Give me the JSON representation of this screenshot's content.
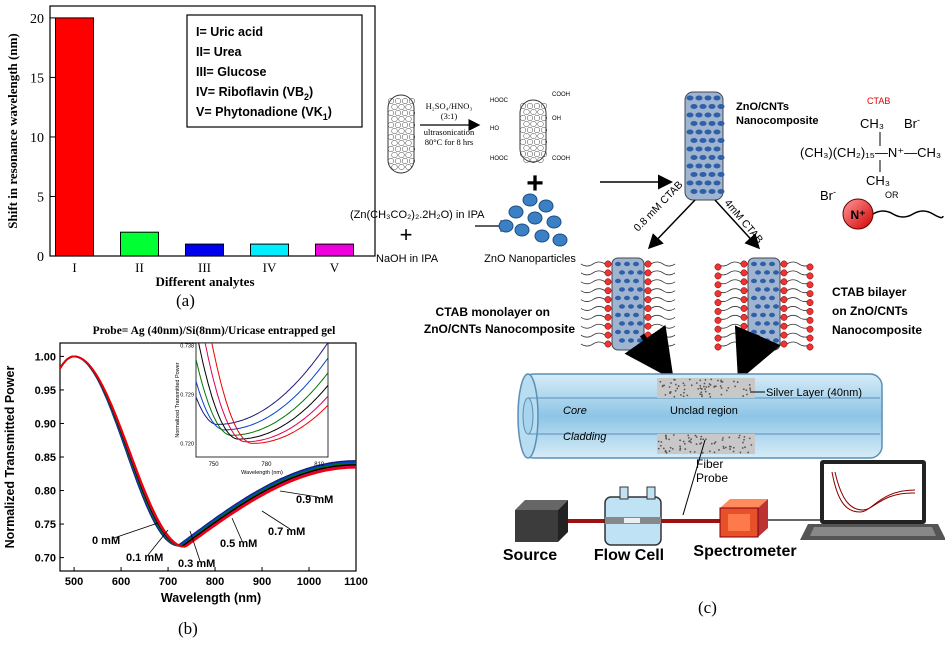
{
  "panel_labels": {
    "a": "(a)",
    "b": "(b)",
    "c": "(c)"
  },
  "panel_a": {
    "legend": [
      {
        "prefix": "I= Uric acid",
        "sub": ""
      },
      {
        "prefix": "II= Urea",
        "sub": ""
      },
      {
        "prefix": "III= Glucose",
        "sub": ""
      },
      {
        "prefix": "IV= Riboflavin (VB",
        "sub": "2",
        "suffix": ")"
      },
      {
        "prefix": "V= Phytonadione (VK",
        "sub": "1",
        "suffix": ")"
      }
    ]
  },
  "panel_b": {
    "title": "Probe= Ag (40nm)/Si(8nm)/Uricase entrapped gel",
    "inset": {
      "xlabel": "Wavelength (nm)",
      "ylabel": "Normalized Transmitted Power"
    },
    "curve_labels": [
      "0 mM",
      "0.1 mM",
      "0.3 mM",
      "0.5 mM",
      "0.7 mM",
      "0.9 mM"
    ]
  },
  "chart_data": [
    {
      "type": "bar",
      "categories": [
        "I",
        "II",
        "III",
        "IV",
        "V"
      ],
      "values": [
        20,
        2,
        1,
        1,
        1
      ],
      "colors": [
        "#ff0000",
        "#00ff33",
        "#0000ee",
        "#00eeff",
        "#ee00dd"
      ],
      "title": "",
      "xlabel": "Different analytes",
      "ylabel": "Shift in resonance wavelength (nm)",
      "ylim": [
        0,
        21
      ],
      "yticks": [
        0,
        5,
        10,
        15,
        20
      ],
      "grid": false
    },
    {
      "type": "line",
      "title": "Probe= Ag (40nm)/Si(8nm)/Uricase entrapped gel",
      "xlabel": "Wavelength (nm)",
      "ylabel": "Normalized Transmitted Power",
      "xlim": [
        470,
        1100
      ],
      "ylim": [
        0.68,
        1.02
      ],
      "xticks": [
        500,
        600,
        700,
        800,
        900,
        1000,
        1100
      ],
      "yticks": [
        0.7,
        0.75,
        0.8,
        0.85,
        0.9,
        0.95,
        1.0
      ],
      "series": [
        {
          "name": "0 mM",
          "color": "#1a1a7a",
          "min_x": 722,
          "min_y": 0.718,
          "end_y": 0.844
        },
        {
          "name": "0.1 mM",
          "color": "#0044cc",
          "min_x": 725,
          "min_y": 0.718,
          "end_y": 0.842
        },
        {
          "name": "0.3 mM",
          "color": "#007700",
          "min_x": 728,
          "min_y": 0.717,
          "end_y": 0.84
        },
        {
          "name": "0.5 mM",
          "color": "#000000",
          "min_x": 731,
          "min_y": 0.717,
          "end_y": 0.838
        },
        {
          "name": "0.7 mM",
          "color": "#dd0055",
          "min_x": 734,
          "min_y": 0.716,
          "end_y": 0.836
        },
        {
          "name": "0.9 mM",
          "color": "#ee0000",
          "min_x": 737,
          "min_y": 0.716,
          "end_y": 0.834
        }
      ],
      "inset": {
        "xlim": [
          740,
          815
        ],
        "ylim": [
          0.7175,
          0.7385
        ],
        "xticks": [
          750,
          780,
          810
        ],
        "yticks": [
          0.72,
          0.729,
          0.738
        ],
        "series": [
          {
            "color": "#1a1a7a",
            "min_x": 752,
            "min_y": 0.7235
          },
          {
            "color": "#0044cc",
            "min_x": 756,
            "min_y": 0.7225
          },
          {
            "color": "#007700",
            "min_x": 760,
            "min_y": 0.7215
          },
          {
            "color": "#000000",
            "min_x": 764,
            "min_y": 0.7208
          },
          {
            "color": "#dd0055",
            "min_x": 768,
            "min_y": 0.7203
          },
          {
            "color": "#ee0000",
            "min_x": 772,
            "min_y": 0.72
          }
        ]
      }
    }
  ],
  "panel_c": {
    "step1": {
      "reagent": "H₂SO₄/HNO₃",
      "ratio": "(3:1)",
      "method": "ultrasonication",
      "conditions": "80°C for 8 hrs"
    },
    "cooh": "COOH",
    "hooc": "HOOC",
    "oh": "OH",
    "ho": "HO",
    "zn_precursor": "(Zn(CH₃CO₂)₂.2H₂O)  in IPA",
    "naoh": "NaOH in IPA",
    "zno_np": "ZnO Nanoparticles",
    "composite": "ZnO/CNTs\nNanocomposite",
    "ctab_label": "CTAB",
    "ctab_formula_1": "CH₃",
    "ctab_formula_br": "Br",
    "ctab_formula_2": "(CH₃)(CH₂)₁₅—N⁺—CH₃",
    "ctab_formula_3": "CH₃",
    "ctab_or": "OR",
    "ctab_br2": "Br",
    "ctab_n": "N⁺",
    "arrow_left": "0.8 mM CTAB",
    "arrow_right": "4mM CTAB",
    "monolayer": "CTAB monolayer on\nZnO/CNTs Nanocomposite",
    "bilayer": "CTAB bilayer\non ZnO/CNTs\nNanocomposite",
    "fiber_core": "Core",
    "fiber_cladding": "Cladding",
    "unclad": "Unclad region",
    "silver": "Silver Layer (40nm)",
    "fiber_probe": "Fiber\nProbe",
    "source": "Source",
    "flow_cell": "Flow Cell",
    "spectrometer": "Spectrometer"
  }
}
